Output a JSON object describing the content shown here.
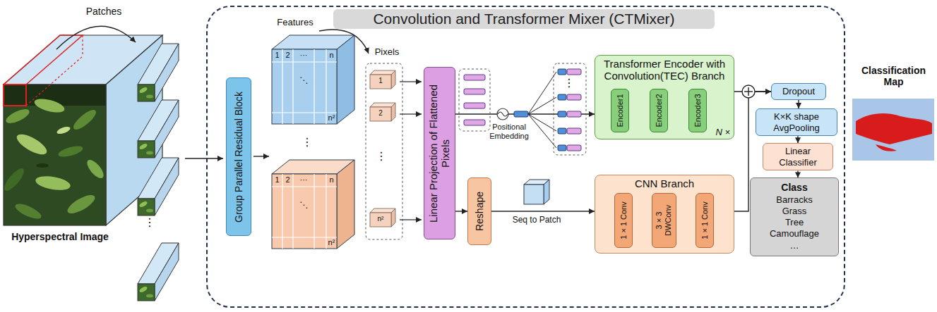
{
  "diagram": {
    "nodes": [
      {
        "text": [
          "Convolution and Transformer Mixer (CTMixer)"
        ]
      },
      {
        "text": [
          "Group Parallel Residual Block"
        ],
        "in": 0
      },
      {
        "text": [
          "Linear Projection of Flattened Pixels"
        ],
        "in": 0
      },
      {
        "text": [
          "Reshape"
        ],
        "in": 0
      },
      {
        "text": [
          "Transformer Encoder with Convolution(TEC) Branch",
          "N ×"
        ],
        "in": 0
      },
      {
        "text": [
          "Encoder1"
        ],
        "in": 4
      },
      {
        "text": [
          "Encoder2"
        ],
        "in": 4
      },
      {
        "text": [
          "Encoder3"
        ],
        "in": 4
      },
      {
        "text": [
          "CNN Branch"
        ],
        "in": 0
      },
      {
        "text": [
          "1 × 1 Conv"
        ],
        "in": 8
      },
      {
        "text": [
          "3 × 3 DWConv"
        ],
        "in": 8
      },
      {
        "text": [
          "1 × 1 Conv"
        ],
        "in": 8
      },
      {
        "text": [
          "Dropout"
        ],
        "in": 0
      },
      {
        "text": [
          "K×K shape AvgPooling"
        ],
        "in": 0
      },
      {
        "text": [
          "Linear Classifier"
        ],
        "in": 0
      },
      {
        "text": [
          "Class",
          "Barracks",
          "Grass",
          "Tree",
          "Camouflage",
          "…"
        ],
        "in": 0
      }
    ],
    "edges": [
      {
        "from": 2,
        "to": 4,
        "arrow": "to"
      },
      {
        "from": 2,
        "to": 3,
        "arrow": "to"
      },
      {
        "from": 3,
        "to": 8,
        "arrow": "to"
      },
      {
        "from": 5,
        "to": 6,
        "arrow": "to"
      },
      {
        "from": 6,
        "to": 7,
        "arrow": "to"
      },
      {
        "from": 9,
        "to": 10,
        "arrow": "to"
      },
      {
        "from": 10,
        "to": 11,
        "arrow": "to"
      },
      {
        "from": 4,
        "to": 12,
        "arrow": "to"
      },
      {
        "from": 8,
        "to": 12,
        "arrow": "to"
      },
      {
        "from": 12,
        "to": 13,
        "arrow": "to"
      },
      {
        "from": 13,
        "to": 14,
        "arrow": "to"
      },
      {
        "from": 14,
        "to": 15,
        "arrow": "to"
      }
    ],
    "labels": [
      "Patches",
      "⋮",
      "Hyperspectral Image",
      "Features",
      "1",
      "2",
      "···",
      "n",
      "⋱",
      "n²",
      "⋮",
      "1",
      "2",
      "···",
      "n",
      "⋱",
      "n²",
      "Pixels",
      "1",
      "2",
      "⋮",
      "n²",
      "Positional Embedding",
      "⋮",
      "Seq to Patch",
      "Classification Map"
    ]
  }
}
